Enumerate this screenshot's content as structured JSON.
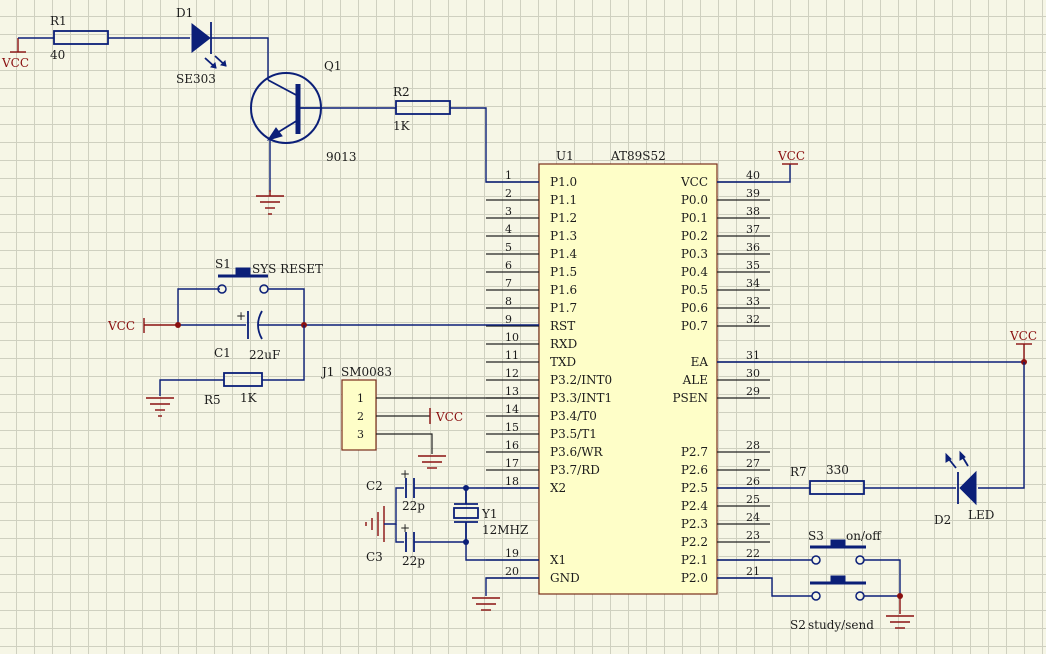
{
  "power": {
    "vcc": "VCC"
  },
  "u1": {
    "ref": "U1",
    "part": "AT89S52",
    "left_pins": [
      {
        "num": "1",
        "name": "P1.0"
      },
      {
        "num": "2",
        "name": "P1.1"
      },
      {
        "num": "3",
        "name": "P1.2"
      },
      {
        "num": "4",
        "name": "P1.3"
      },
      {
        "num": "5",
        "name": "P1.4"
      },
      {
        "num": "6",
        "name": "P1.5"
      },
      {
        "num": "7",
        "name": "P1.6"
      },
      {
        "num": "8",
        "name": "P1.7"
      },
      {
        "num": "9",
        "name": "RST"
      },
      {
        "num": "10",
        "name": "RXD"
      },
      {
        "num": "11",
        "name": "TXD"
      },
      {
        "num": "12",
        "name": "P3.2/INT0"
      },
      {
        "num": "13",
        "name": "P3.3/INT1"
      },
      {
        "num": "14",
        "name": "P3.4/T0"
      },
      {
        "num": "15",
        "name": "P3.5/T1"
      },
      {
        "num": "16",
        "name": "P3.6/WR"
      },
      {
        "num": "17",
        "name": "P3.7/RD"
      },
      {
        "num": "18",
        "name": "X2"
      },
      {
        "num": "",
        "name": ""
      },
      {
        "num": "",
        "name": ""
      },
      {
        "num": "",
        "name": ""
      },
      {
        "num": "19",
        "name": "X1"
      },
      {
        "num": "20",
        "name": "GND"
      }
    ],
    "right_pins": [
      {
        "num": "40",
        "name": "VCC"
      },
      {
        "num": "39",
        "name": "P0.0"
      },
      {
        "num": "38",
        "name": "P0.1"
      },
      {
        "num": "37",
        "name": "P0.2"
      },
      {
        "num": "36",
        "name": "P0.3"
      },
      {
        "num": "35",
        "name": "P0.4"
      },
      {
        "num": "34",
        "name": "P0.5"
      },
      {
        "num": "33",
        "name": "P0.6"
      },
      {
        "num": "32",
        "name": "P0.7"
      },
      {
        "num": "",
        "name": ""
      },
      {
        "num": "31",
        "name": "EA"
      },
      {
        "num": "30",
        "name": "ALE"
      },
      {
        "num": "29",
        "name": "PSEN"
      },
      {
        "num": "",
        "name": ""
      },
      {
        "num": "",
        "name": ""
      },
      {
        "num": "28",
        "name": "P2.7"
      },
      {
        "num": "27",
        "name": "P2.6"
      },
      {
        "num": "26",
        "name": "P2.5"
      },
      {
        "num": "25",
        "name": "P2.4"
      },
      {
        "num": "24",
        "name": "P2.3"
      },
      {
        "num": "23",
        "name": "P2.2"
      },
      {
        "num": "22",
        "name": "P2.1"
      },
      {
        "num": "21",
        "name": "P2.0"
      }
    ]
  },
  "r1": {
    "ref": "R1",
    "value": "40"
  },
  "d1": {
    "ref": "D1",
    "value": "SE303"
  },
  "q1": {
    "ref": "Q1",
    "value": "9013"
  },
  "r2": {
    "ref": "R2",
    "value": "1K"
  },
  "s1": {
    "ref": "S1",
    "value": "SYS RESET"
  },
  "c1": {
    "ref": "C1",
    "value": "22uF",
    "polarity": "+"
  },
  "r5": {
    "ref": "R5",
    "value": "1K"
  },
  "j1": {
    "ref": "J1",
    "value": "SM0083",
    "pins": [
      "1",
      "2",
      "3"
    ]
  },
  "c2": {
    "ref": "C2",
    "value": "22p"
  },
  "c3": {
    "ref": "C3",
    "value": "22p"
  },
  "y1": {
    "ref": "Y1",
    "value": "12MHZ"
  },
  "r7": {
    "ref": "R7",
    "value": "330"
  },
  "d2": {
    "ref": "D2",
    "value": "LED"
  },
  "s3": {
    "ref": "S3",
    "value": "on/off"
  },
  "s2": {
    "ref": "S2",
    "value": "study/send"
  }
}
